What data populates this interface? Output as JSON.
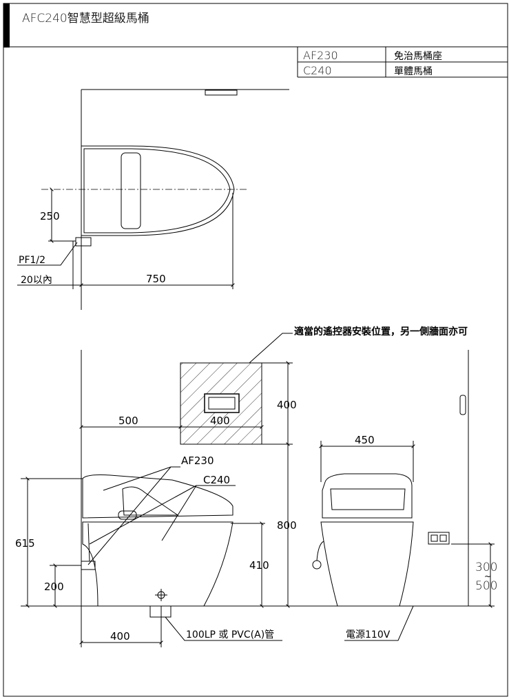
{
  "title": "AFC240智慧型超級馬桶",
  "parts_table": [
    {
      "model": "AF230",
      "description": "免治馬桶座"
    },
    {
      "model": "C240",
      "description": "單體馬桶"
    }
  ],
  "top_view": {
    "dim_250": "250",
    "dim_750": "750",
    "pipe_label": "PF1/2",
    "pipe_note": "20以內"
  },
  "side_view": {
    "remote_note": "適當的遙控器安裝位置，另一側牆面亦可",
    "dim_500": "500",
    "dim_remote_width": "400",
    "dim_remote_height": "400",
    "dim_800": "800",
    "dim_410": "410",
    "dim_615": "615",
    "dim_200": "200",
    "dim_400_bottom": "400",
    "label_seat": "AF230",
    "label_bowl": "C240",
    "drain_label": "100LP 或 PVC(A)管"
  },
  "front_view": {
    "dim_450": "450",
    "dim_300": "300",
    "dim_tilde": "~",
    "dim_500": "500",
    "power_label": "電源110V"
  }
}
